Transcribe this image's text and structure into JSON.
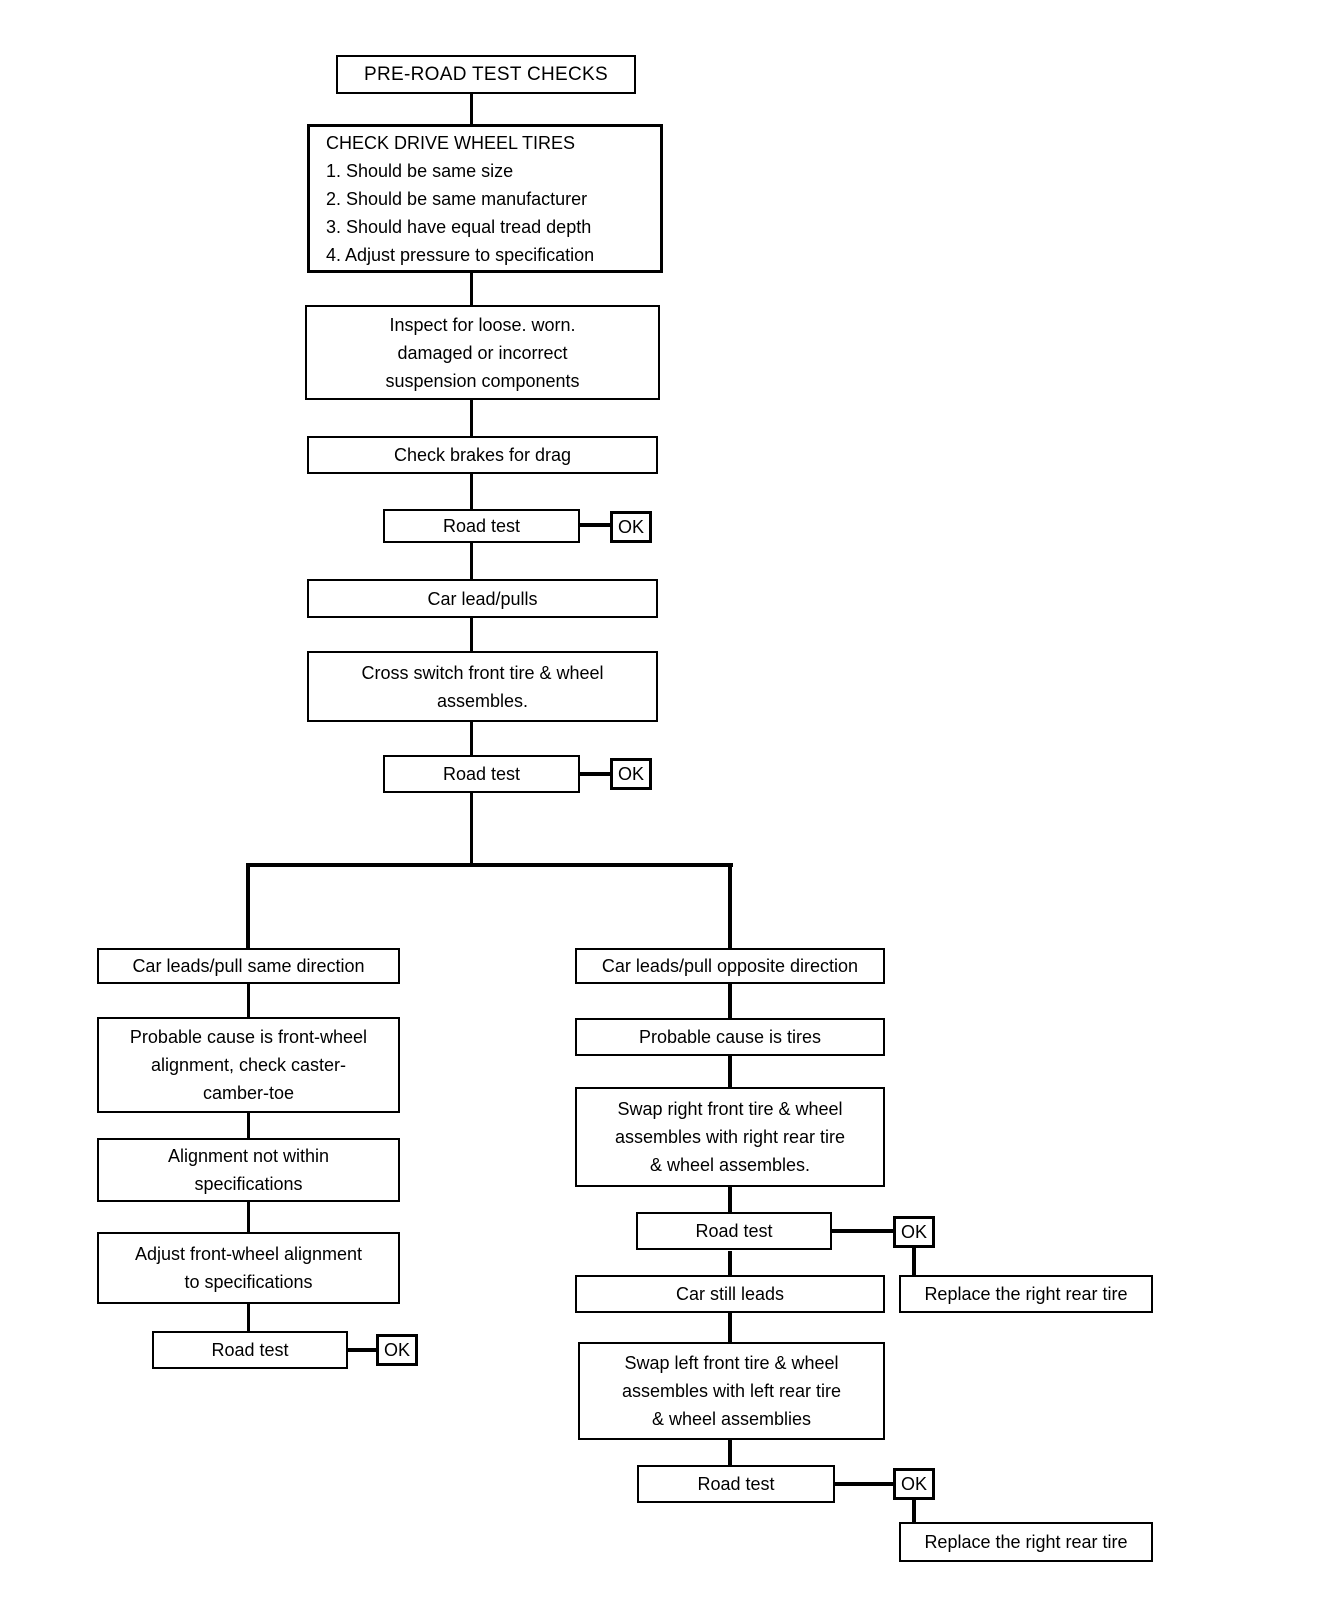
{
  "flowchart": {
    "labels": {
      "road_test": "Road test",
      "ok": "OK",
      "replace_right_rear_tire": "Replace the right rear tire"
    },
    "nodes": {
      "pre_road_test": "PRE-ROAD TEST CHECKS",
      "check_drive_wheel_tires": {
        "title": "CHECK DRIVE WHEEL TIRES",
        "items": [
          "1. Should be same size",
          "2. Should be same manufacturer",
          "3. Should have equal tread depth",
          "4. Adjust pressure to specification"
        ]
      },
      "inspect_suspension": {
        "lines": [
          "Inspect for loose. worn.",
          "damaged or incorrect",
          "suspension components"
        ]
      },
      "check_brakes": "Check brakes for drag",
      "car_lead_pulls": "Car lead/pulls",
      "cross_switch": {
        "lines": [
          "Cross switch front tire & wheel",
          "assembles."
        ]
      },
      "car_leads_same_direction": "Car leads/pull same direction",
      "probable_cause_front_wheel": {
        "lines": [
          "Probable cause is front-wheel",
          "alignment, check caster-",
          "camber-toe"
        ]
      },
      "alignment_not_within": {
        "lines": [
          "Alignment not within",
          "specifications"
        ]
      },
      "adjust_front_wheel_alignment": {
        "lines": [
          "Adjust front-wheel alignment",
          "to specifications"
        ]
      },
      "car_leads_opposite_direction": "Car leads/pull opposite direction",
      "probable_cause_tires": "Probable cause is tires",
      "swap_right_front": {
        "lines": [
          "Swap right front tire & wheel",
          "assembles with right rear tire",
          "& wheel assembles."
        ]
      },
      "car_still_leads": "Car still leads",
      "swap_left_front": {
        "lines": [
          "Swap left front tire & wheel",
          "assembles with left rear tire",
          "& wheel assemblies"
        ]
      }
    }
  }
}
